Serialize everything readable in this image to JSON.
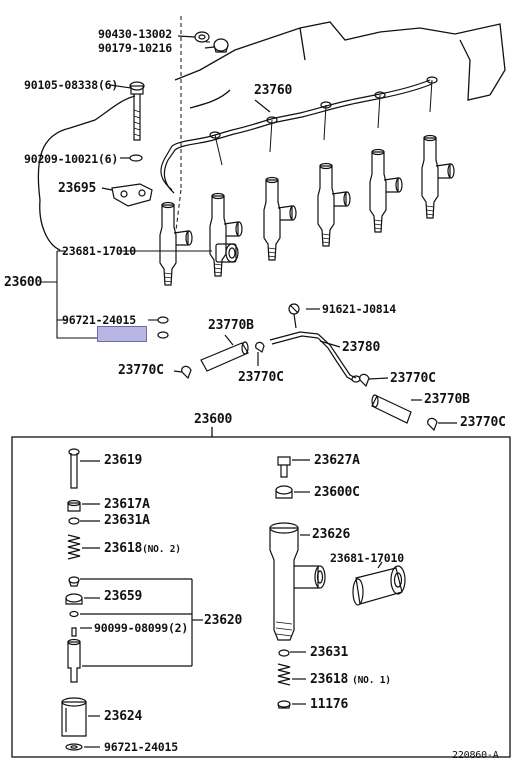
{
  "diagram_id": "220860-A",
  "highlighted_part": "96721-24015",
  "highlight_color": "#b9b6e6",
  "upper_labels": [
    {
      "id": "p90430",
      "text": "90430-13002"
    },
    {
      "id": "p90179",
      "text": "90179-10216"
    },
    {
      "id": "p90105",
      "text": "90105-08338(6)"
    },
    {
      "id": "p23760",
      "text": "23760"
    },
    {
      "id": "p90209",
      "text": "90209-10021(6)"
    },
    {
      "id": "p23695",
      "text": "23695"
    },
    {
      "id": "p23681",
      "text": "23681-17010"
    },
    {
      "id": "p23600",
      "text": "23600"
    },
    {
      "id": "p96721",
      "text": "96721-24015"
    },
    {
      "id": "p91621",
      "text": "91621-J0814"
    },
    {
      "id": "p23770B_1",
      "text": "23770B"
    },
    {
      "id": "p23780",
      "text": "23780"
    },
    {
      "id": "p23770C_1",
      "text": "23770C"
    },
    {
      "id": "p23770C_2",
      "text": "23770C"
    },
    {
      "id": "p23770C_3",
      "text": "23770C"
    },
    {
      "id": "p23770B_2",
      "text": "23770B"
    },
    {
      "id": "p23770C_4",
      "text": "23770C"
    }
  ],
  "lower_box": {
    "title": "23600",
    "labels": [
      {
        "id": "b23619",
        "text": "23619"
      },
      {
        "id": "b23617A",
        "text": "23617A"
      },
      {
        "id": "b23631A",
        "text": "23631A"
      },
      {
        "id": "b23618",
        "text": "23618",
        "note": "(NO. 2)"
      },
      {
        "id": "b23659",
        "text": "23659"
      },
      {
        "id": "b90099",
        "text": "90099-08099(2)"
      },
      {
        "id": "b23620",
        "text": "23620"
      },
      {
        "id": "b23624",
        "text": "23624"
      },
      {
        "id": "b96721",
        "text": "96721-24015"
      },
      {
        "id": "b23627A",
        "text": "23627A"
      },
      {
        "id": "b23600C",
        "text": "23600C"
      },
      {
        "id": "b23626",
        "text": "23626"
      },
      {
        "id": "b23681",
        "text": "23681-17010"
      },
      {
        "id": "b23631",
        "text": "23631"
      },
      {
        "id": "b23618_1",
        "text": "23618",
        "note": "(NO. 1)"
      },
      {
        "id": "b11176",
        "text": "11176"
      }
    ]
  }
}
